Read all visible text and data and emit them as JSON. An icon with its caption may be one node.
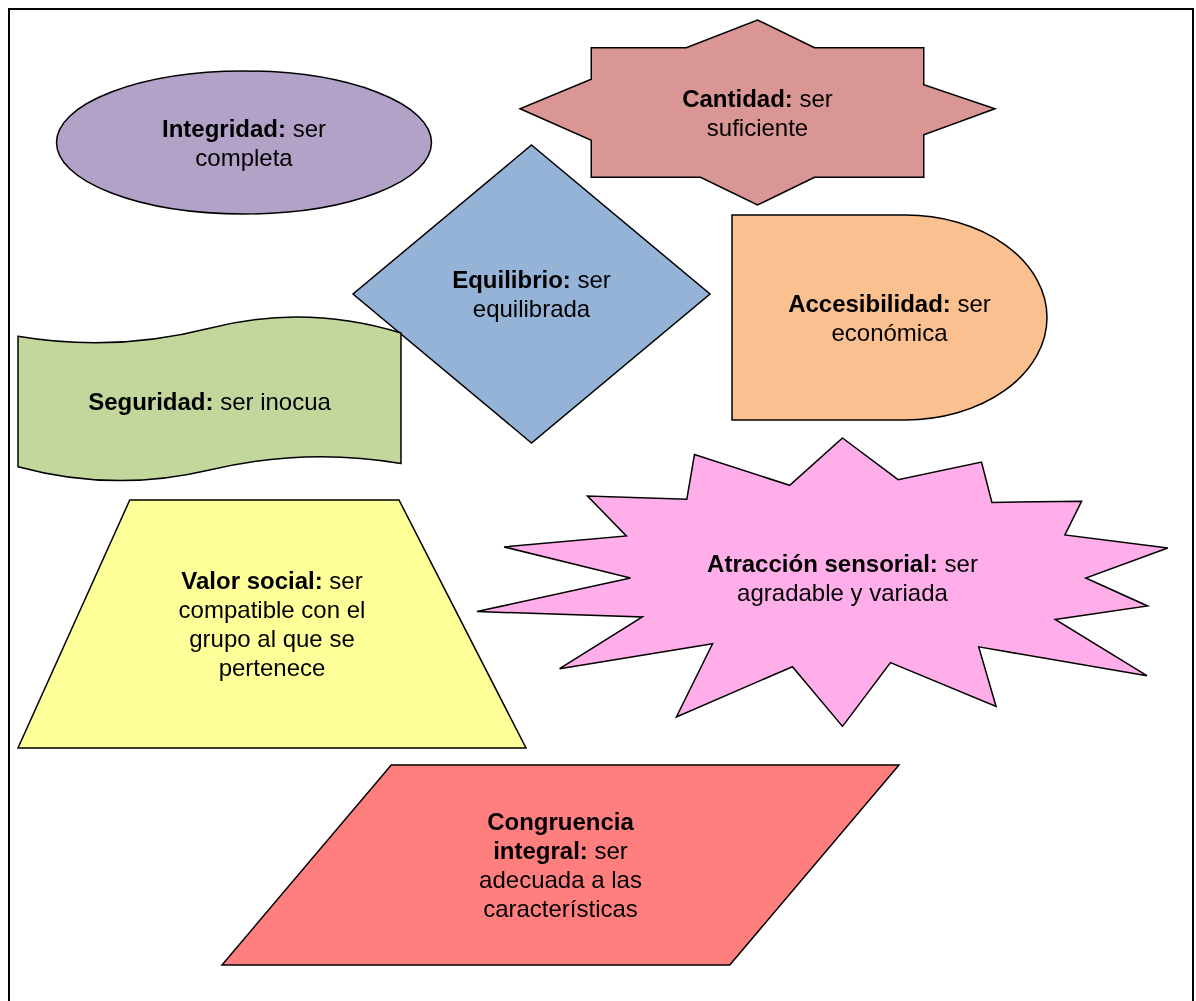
{
  "diagram": {
    "nodes": [
      {
        "text": [
          "**Integridad:** ser completa"
        ]
      },
      {
        "text": [
          "**Cantidad:** ser suficiente"
        ]
      },
      {
        "text": [
          "**Equilibrio:** ser equilibrada"
        ]
      },
      {
        "text": [
          "**Accesibilidad:** ser económica"
        ]
      },
      {
        "text": [
          "**Seguridad:** ser inocua"
        ]
      },
      {
        "text": [
          "**Valor social:** ser compatible con el grupo al que se pertenece"
        ]
      },
      {
        "text": [
          "**Atracción sensorial:** ser agradable y variada"
        ]
      },
      {
        "text": [
          "**Congruencia integral:** ser adecuada a las características"
        ]
      }
    ]
  }
}
